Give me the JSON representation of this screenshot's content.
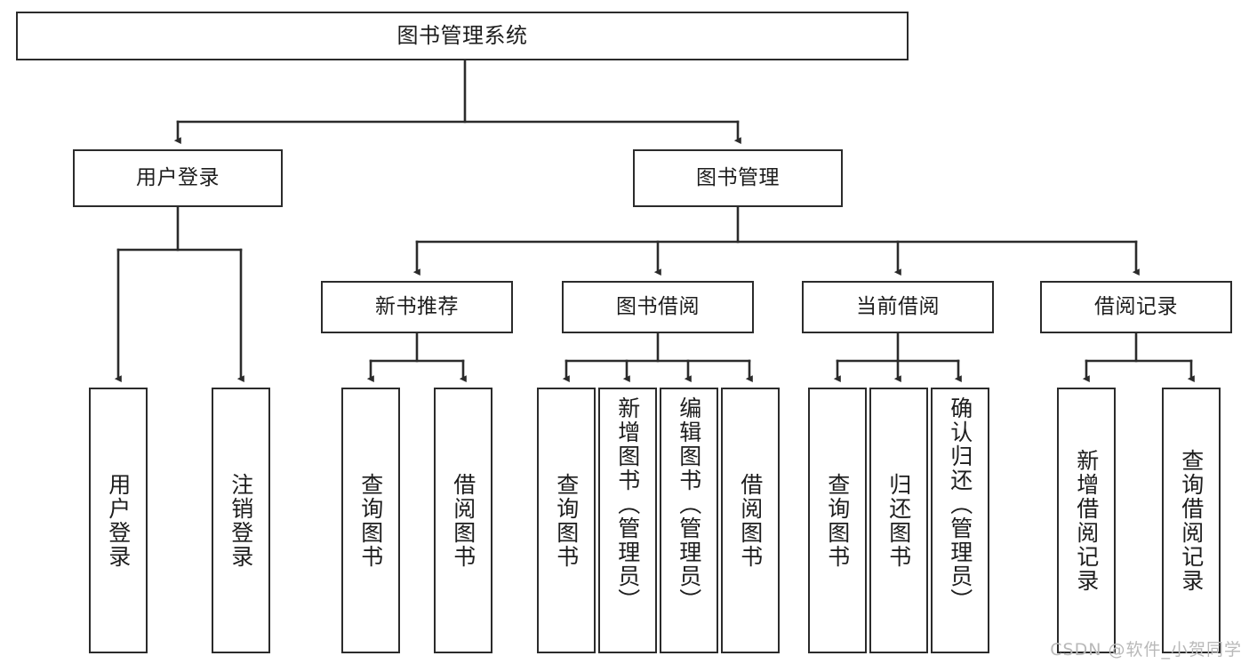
{
  "diagram": {
    "title": "图书管理系统",
    "type": "tree",
    "watermark": "CSDN @软件_小贺同学",
    "colors": {
      "box_border": "#2b2b2b",
      "box_fill": "#ffffff",
      "edge": "#2b2b2b",
      "text": "#1d1d1d",
      "watermark": "#b9b9b9",
      "background": "#ffffff"
    },
    "root": {
      "id": "root",
      "label": "图书管理系统"
    },
    "level1": [
      {
        "id": "user-login",
        "label": "用户登录"
      },
      {
        "id": "book-manage",
        "label": "图书管理"
      }
    ],
    "level2": [
      {
        "id": "new-book-rec",
        "label": "新书推荐",
        "parent": "book-manage"
      },
      {
        "id": "book-borrow",
        "label": "图书借阅",
        "parent": "book-manage"
      },
      {
        "id": "current-borrow",
        "label": "当前借阅",
        "parent": "book-manage"
      },
      {
        "id": "borrow-record",
        "label": "借阅记录",
        "parent": "book-manage"
      }
    ],
    "leaves": [
      {
        "id": "leaf-user-login",
        "label": "用户登录",
        "parent": "user-login"
      },
      {
        "id": "leaf-logout",
        "label": "注销登录",
        "parent": "user-login"
      },
      {
        "id": "leaf-query-book-1",
        "label": "查询图书",
        "parent": "new-book-rec"
      },
      {
        "id": "leaf-borrow-book-1",
        "label": "借阅图书",
        "parent": "new-book-rec"
      },
      {
        "id": "leaf-query-book-2",
        "label": "查询图书",
        "parent": "book-borrow"
      },
      {
        "id": "leaf-add-book",
        "label": "新增图书（管理员）",
        "parent": "book-borrow"
      },
      {
        "id": "leaf-edit-book",
        "label": "编辑图书（管理员）",
        "parent": "book-borrow"
      },
      {
        "id": "leaf-borrow-book-2",
        "label": "借阅图书",
        "parent": "book-borrow"
      },
      {
        "id": "leaf-query-book-3",
        "label": "查询图书",
        "parent": "current-borrow"
      },
      {
        "id": "leaf-return-book",
        "label": "归还图书",
        "parent": "current-borrow"
      },
      {
        "id": "leaf-confirm-return",
        "label": "确认归还（管理员）",
        "parent": "current-borrow"
      },
      {
        "id": "leaf-add-record",
        "label": "新增借阅记录",
        "parent": "borrow-record"
      },
      {
        "id": "leaf-query-record",
        "label": "查询借阅记录",
        "parent": "borrow-record"
      }
    ]
  }
}
